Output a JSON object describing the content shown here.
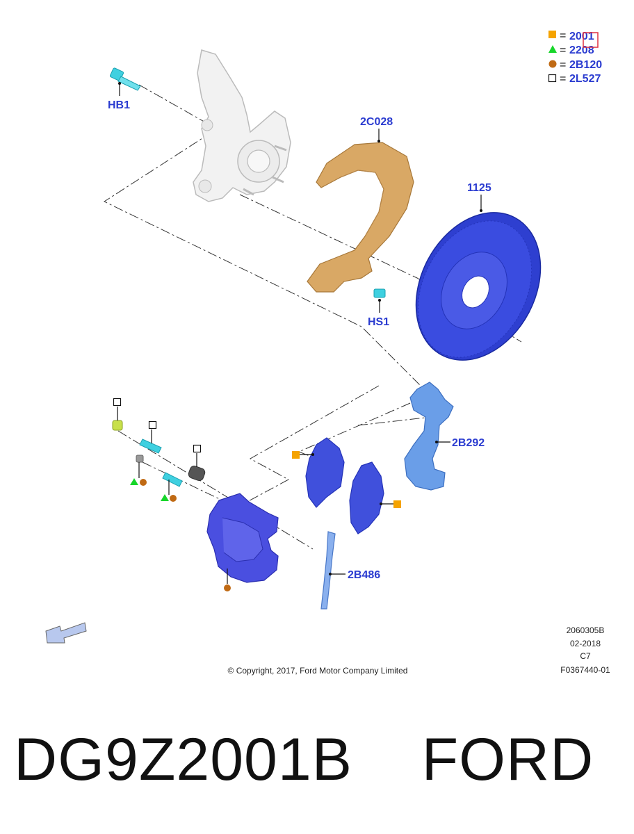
{
  "legend": [
    {
      "symbol": "square-filled",
      "color": "#f5a300",
      "code": "2001"
    },
    {
      "symbol": "triangle",
      "color": "#17d62a",
      "code": "2208"
    },
    {
      "symbol": "circle",
      "color": "#c06a14",
      "code": "2B120"
    },
    {
      "symbol": "square-open",
      "color": "#111111",
      "code": "2L527"
    }
  ],
  "legend_eq": "=",
  "callouts": {
    "hb1": "HB1",
    "shield": "2C028",
    "rotor": "1125",
    "hs1": "HS1",
    "bracket": "2B292",
    "clip": "2B486"
  },
  "meta": {
    "drawing_no": "2060305B",
    "date": "02-2018",
    "rev": "C7",
    "ref": "F0367440-01"
  },
  "copyright": "© Copyright, 2017, Ford Motor Company Limited",
  "part_number": "DG9Z2001B    FORD",
  "colors": {
    "label": "#2a3bd0",
    "rotor": "#3347d6",
    "shield": "#d9a865",
    "caliper": "#4a4fe0",
    "bracket": "#6a9ee8",
    "bolt": "#3fd0e0"
  }
}
